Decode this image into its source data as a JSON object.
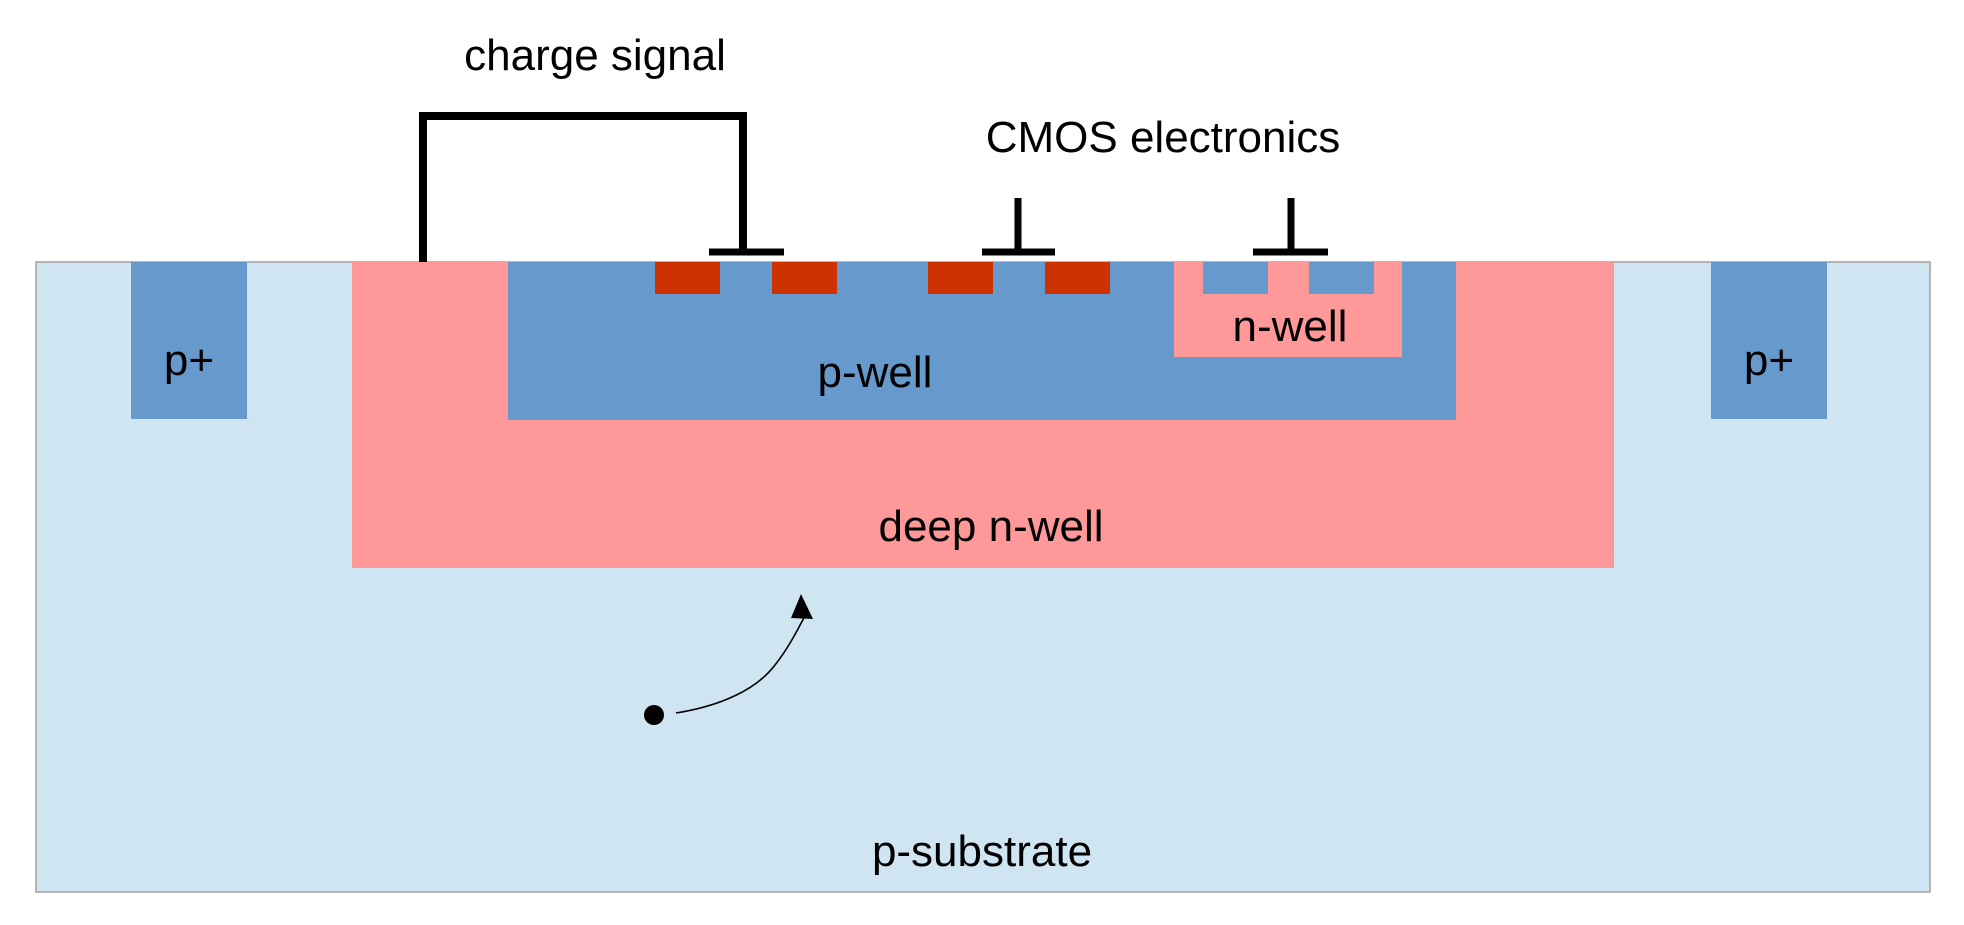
{
  "labels": {
    "charge_signal": "charge signal",
    "cmos_electronics": "CMOS electronics",
    "p_plus_left": "p+",
    "p_plus_right": "p+",
    "p_well": "p-well",
    "n_well": "n-well",
    "deep_n_well": "deep n-well",
    "p_substrate": "p-substrate"
  },
  "colors": {
    "p_substrate": "#d0e5f2",
    "p_type": "#6699cc",
    "n_type": "#ff9999",
    "n_plus": "#cc3300",
    "outline": "#a0a0a0",
    "wire": "#000000"
  }
}
